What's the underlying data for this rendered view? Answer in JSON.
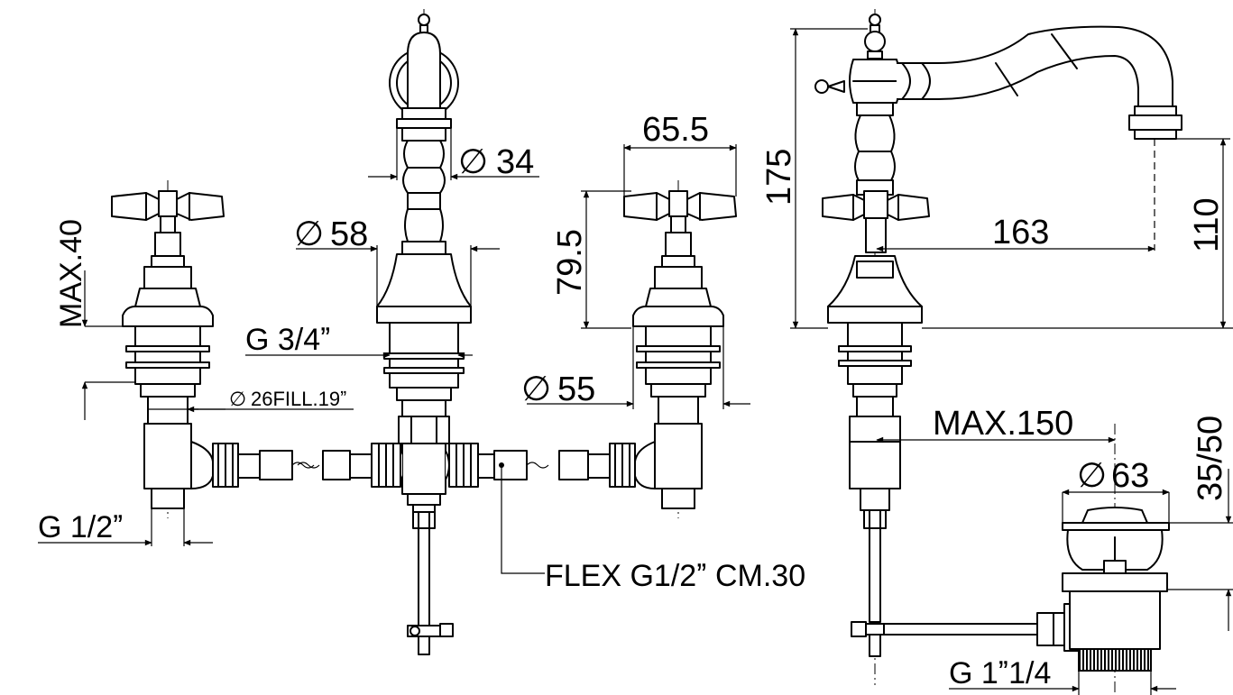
{
  "dimensions": {
    "handle_diameter": "34",
    "shank_diameter_spout": "58",
    "height_spout_valve": "65.5",
    "height_valve": "79.5",
    "total_height": "175",
    "max_40": "MAX.40",
    "max_150": "MAX.150",
    "spout_reach": "163",
    "spout_height": "110",
    "plate_diameter": "55",
    "fill_diameter": "26FILL.19ˮ",
    "thread_3_4": "G  3/4ˮ",
    "thread_1_2": "G  1/2ˮ",
    "flex_label": "FLEX  G1/2ˮ  CM.30",
    "waste_diameter": "63",
    "waste_height": "35/50",
    "waste_thread": "G  1ˮ1/4"
  },
  "symbols": {
    "diameter": "∅"
  }
}
